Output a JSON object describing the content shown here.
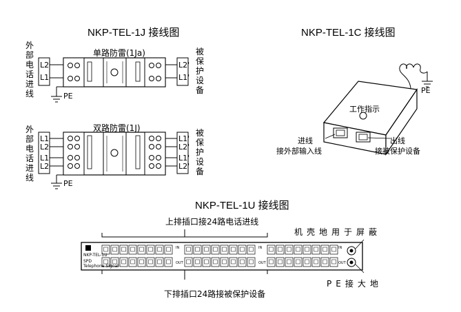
{
  "titles": {
    "nkp_1j": "NKP-TEL-1J  接线图",
    "nkp_1c": "NKP-TEL-1C  接线图",
    "nkp_1u": "NKP-TEL-1U  接线图"
  },
  "diagram_1j_single": {
    "caption": "单路防雷(1Ja)",
    "left_label": "外部电话进线",
    "right_label": "被保护设备",
    "left_lines": [
      "L2",
      "L1"
    ],
    "right_lines": [
      "L2'",
      "L1'"
    ],
    "ground": "PE"
  },
  "diagram_1j_double": {
    "caption": "双路防雷(1J)",
    "left_label": "外部电话进线",
    "right_label": "被保护设备",
    "left_lines": [
      "L1",
      "L2",
      "L1",
      "L2"
    ],
    "right_lines": [
      "L1'",
      "L2'",
      "L1'",
      "L2'"
    ],
    "ground": "PE"
  },
  "diagram_1c": {
    "box_label": "工作指示",
    "in_port": "进线",
    "out_port": "出线",
    "in_desc": "接外部输入线",
    "out_desc": "接被保护设备",
    "ground": "PE"
  },
  "diagram_1u": {
    "top_note": "上排插口接24路电话进线",
    "bottom_note": "下排插口24路接被保护设备",
    "shield_note": "机壳地用于屏蔽",
    "pe_note": "PE接大地",
    "panel_model": "NKP-TEL-1U",
    "panel_sub1": "SPD",
    "panel_sub2": "Telephone Signal",
    "port_in": "IN",
    "port_out": "OUT"
  }
}
